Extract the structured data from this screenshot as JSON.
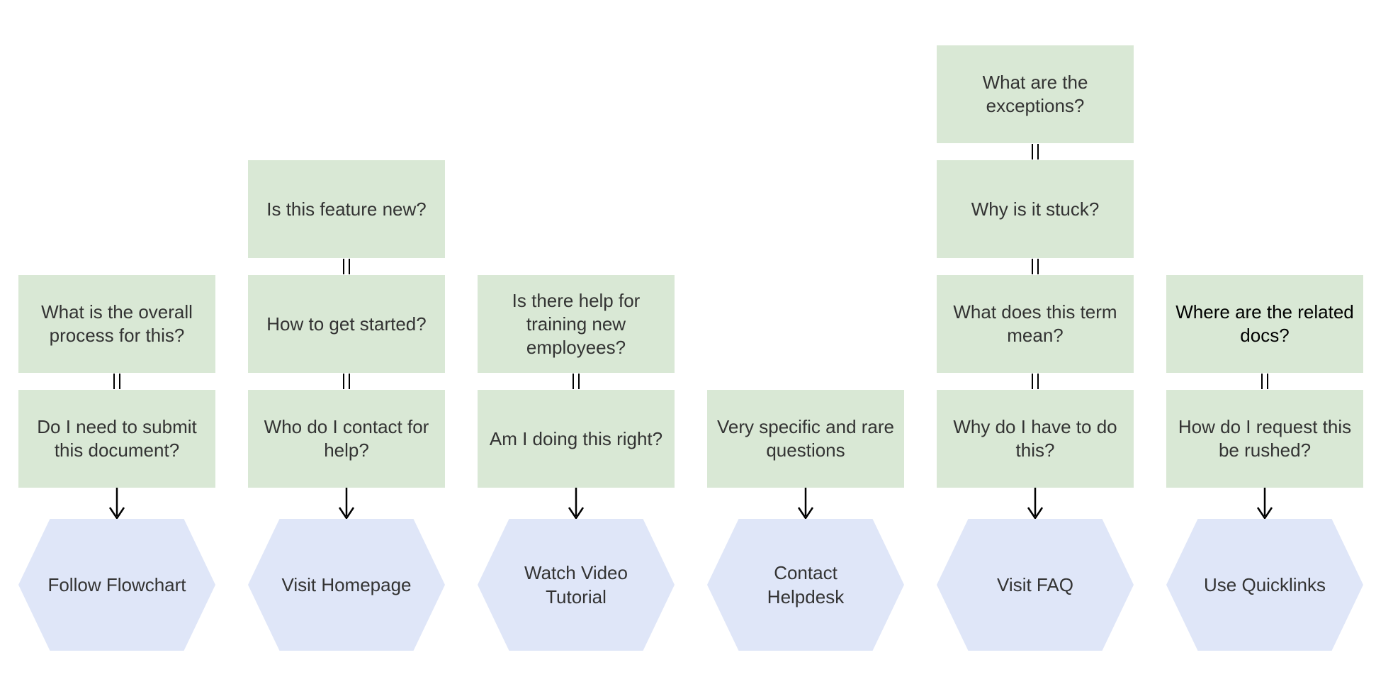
{
  "columns": [
    {
      "questions": [
        {
          "text": "What is the overall process for this?",
          "dark": false
        },
        {
          "text": "Do I need to submit this document?",
          "dark": false
        }
      ],
      "action": "Follow Flowchart"
    },
    {
      "questions": [
        {
          "text": "Is this feature new?",
          "dark": false
        },
        {
          "text": "How to get started?",
          "dark": false
        },
        {
          "text": "Who do I contact for help?",
          "dark": false
        }
      ],
      "action": "Visit Homepage"
    },
    {
      "questions": [
        {
          "text": "Is there help for training new employees?",
          "dark": false
        },
        {
          "text": "Am I doing this right?",
          "dark": false
        }
      ],
      "action": "Watch Video Tutorial"
    },
    {
      "questions": [
        {
          "text": "Very specific and rare questions",
          "dark": false
        }
      ],
      "action": "Contact Helpdesk"
    },
    {
      "questions": [
        {
          "text": "What are the exceptions?",
          "dark": false
        },
        {
          "text": "Why is it stuck?",
          "dark": false
        },
        {
          "text": "What does this term mean?",
          "dark": false
        },
        {
          "text": "Why do I have to do this?",
          "dark": false
        }
      ],
      "action": "Visit FAQ"
    },
    {
      "questions": [
        {
          "text": "Where are the related docs?",
          "dark": true
        },
        {
          "text": "How do I request this be rushed?",
          "dark": false
        }
      ],
      "action": "Use Quicklinks"
    }
  ],
  "colors": {
    "question_fill": "#d9e8d5",
    "action_fill": "#dfe6f8",
    "text": "#333333",
    "connector": "#000000"
  }
}
